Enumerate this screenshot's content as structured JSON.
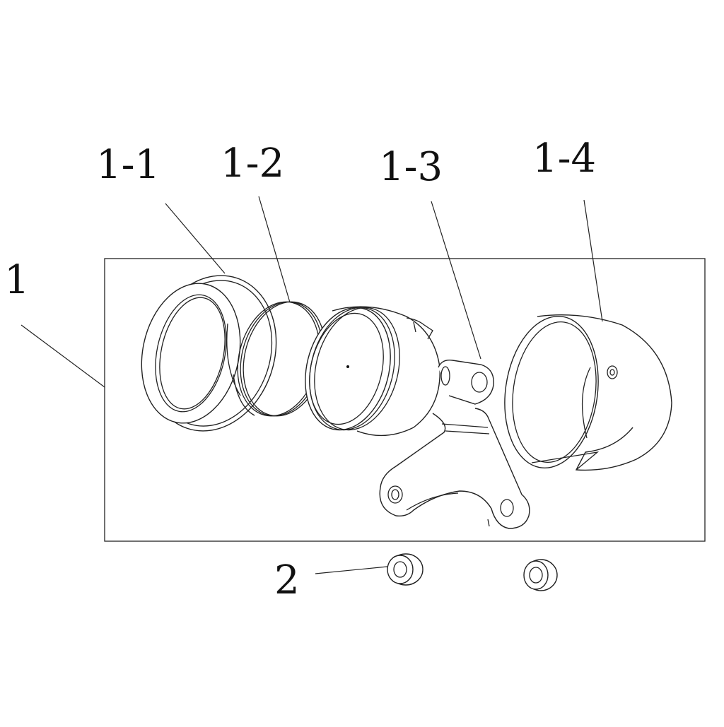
{
  "labels": {
    "assembly": "1",
    "bezel": "1-1",
    "ring": "1-2",
    "housing": "1-3",
    "cover": "1-4",
    "grommet": "2"
  }
}
